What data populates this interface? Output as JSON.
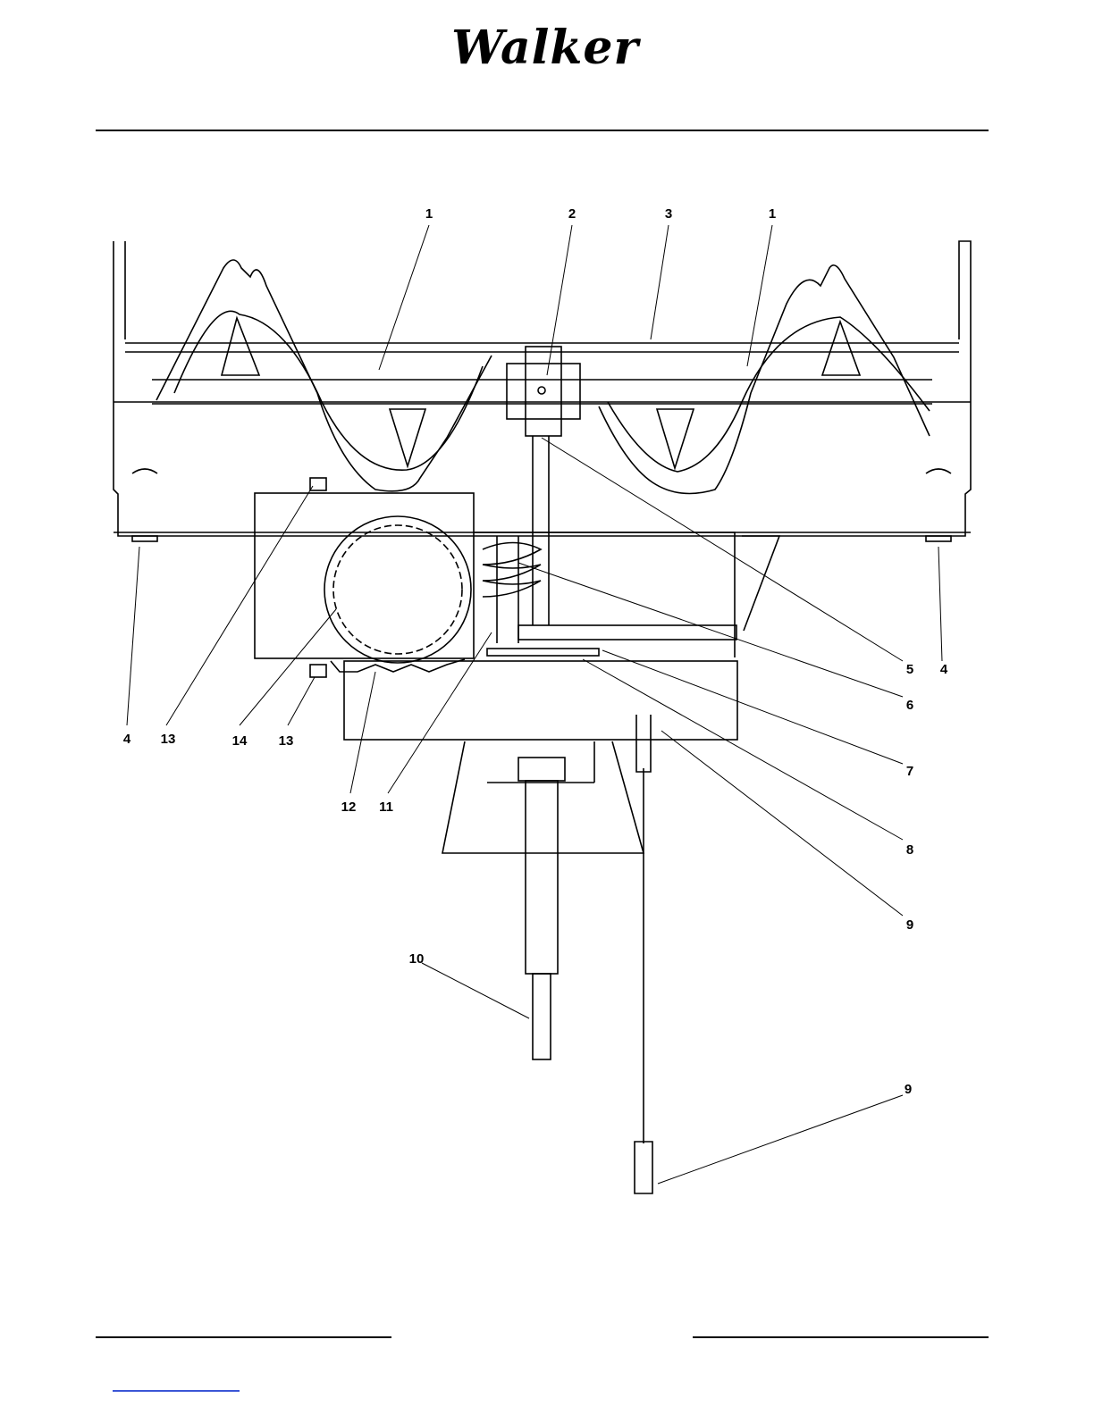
{
  "header": {
    "brand": "Walker"
  },
  "diagram": {
    "callouts": [
      {
        "id": "c1a",
        "label": "1"
      },
      {
        "id": "c2",
        "label": "2"
      },
      {
        "id": "c3",
        "label": "3"
      },
      {
        "id": "c1b",
        "label": "1"
      },
      {
        "id": "c5",
        "label": "5"
      },
      {
        "id": "c4r",
        "label": "4"
      },
      {
        "id": "c6",
        "label": "6"
      },
      {
        "id": "c7",
        "label": "7"
      },
      {
        "id": "c8",
        "label": "8"
      },
      {
        "id": "c9a",
        "label": "9"
      },
      {
        "id": "c9b",
        "label": "9"
      },
      {
        "id": "c10",
        "label": "10"
      },
      {
        "id": "c11",
        "label": "11"
      },
      {
        "id": "c12",
        "label": "12"
      },
      {
        "id": "c4l",
        "label": "4"
      },
      {
        "id": "c13a",
        "label": "13"
      },
      {
        "id": "c13b",
        "label": "13"
      },
      {
        "id": "c14",
        "label": "14"
      }
    ]
  }
}
